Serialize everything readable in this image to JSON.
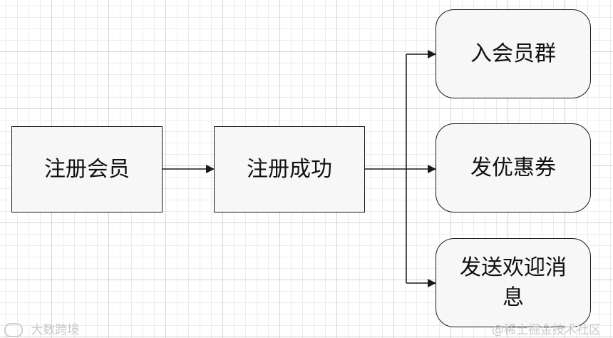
{
  "diagram": {
    "nodes": [
      {
        "id": "register",
        "label": "注册会员",
        "shape": "rect"
      },
      {
        "id": "success",
        "label": "注册成功",
        "shape": "rect"
      },
      {
        "id": "join-group",
        "label": "入会员群",
        "shape": "rounded"
      },
      {
        "id": "coupon",
        "label": "发优惠券",
        "shape": "rounded"
      },
      {
        "id": "welcome",
        "label": "发送欢迎消息",
        "shape": "rounded"
      }
    ],
    "edges": [
      {
        "from": "register",
        "to": "success"
      },
      {
        "from": "success",
        "to": "join-group"
      },
      {
        "from": "success",
        "to": "coupon"
      },
      {
        "from": "success",
        "to": "welcome"
      }
    ],
    "colors": {
      "stroke": "#1a1a1a",
      "fill": "#f7f7f7",
      "grid": "#d4d4d4"
    }
  },
  "watermarks": {
    "left": "大数跨境",
    "right": "@稀土掘金技术社区"
  }
}
